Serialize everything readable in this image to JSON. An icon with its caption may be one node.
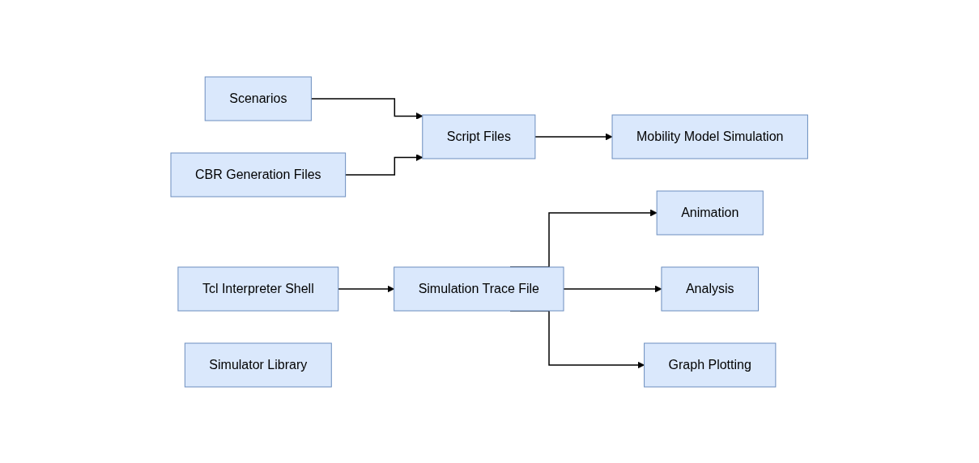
{
  "diagram": {
    "nodes": [
      {
        "text": [
          "Scenarios"
        ]
      },
      {
        "text": [
          "CBR Generation Files"
        ]
      },
      {
        "text": [
          "Script Files"
        ]
      },
      {
        "text": [
          "Mobility Model Simulation"
        ]
      },
      {
        "text": [
          "Tcl Interpreter Shell"
        ]
      },
      {
        "text": [
          "Simulator Library"
        ]
      },
      {
        "text": [
          "Animation"
        ]
      },
      {
        "text": [
          "Simulation Trace File"
        ]
      },
      {
        "text": [
          "Graph Plotting"
        ]
      },
      {
        "text": [
          "Analysis"
        ]
      }
    ],
    "edges": [
      {
        "from": 0,
        "to": 2,
        "arrow": "to"
      },
      {
        "from": 1,
        "to": 2,
        "arrow": "to"
      },
      {
        "from": 2,
        "to": 3,
        "arrow": "to"
      },
      {
        "from": 4,
        "to": 7,
        "arrow": "to"
      },
      {
        "from": 7,
        "to": 6,
        "arrow": "to"
      },
      {
        "from": 7,
        "to": 9,
        "arrow": "to"
      },
      {
        "from": 7,
        "to": 8,
        "arrow": "to"
      }
    ]
  }
}
